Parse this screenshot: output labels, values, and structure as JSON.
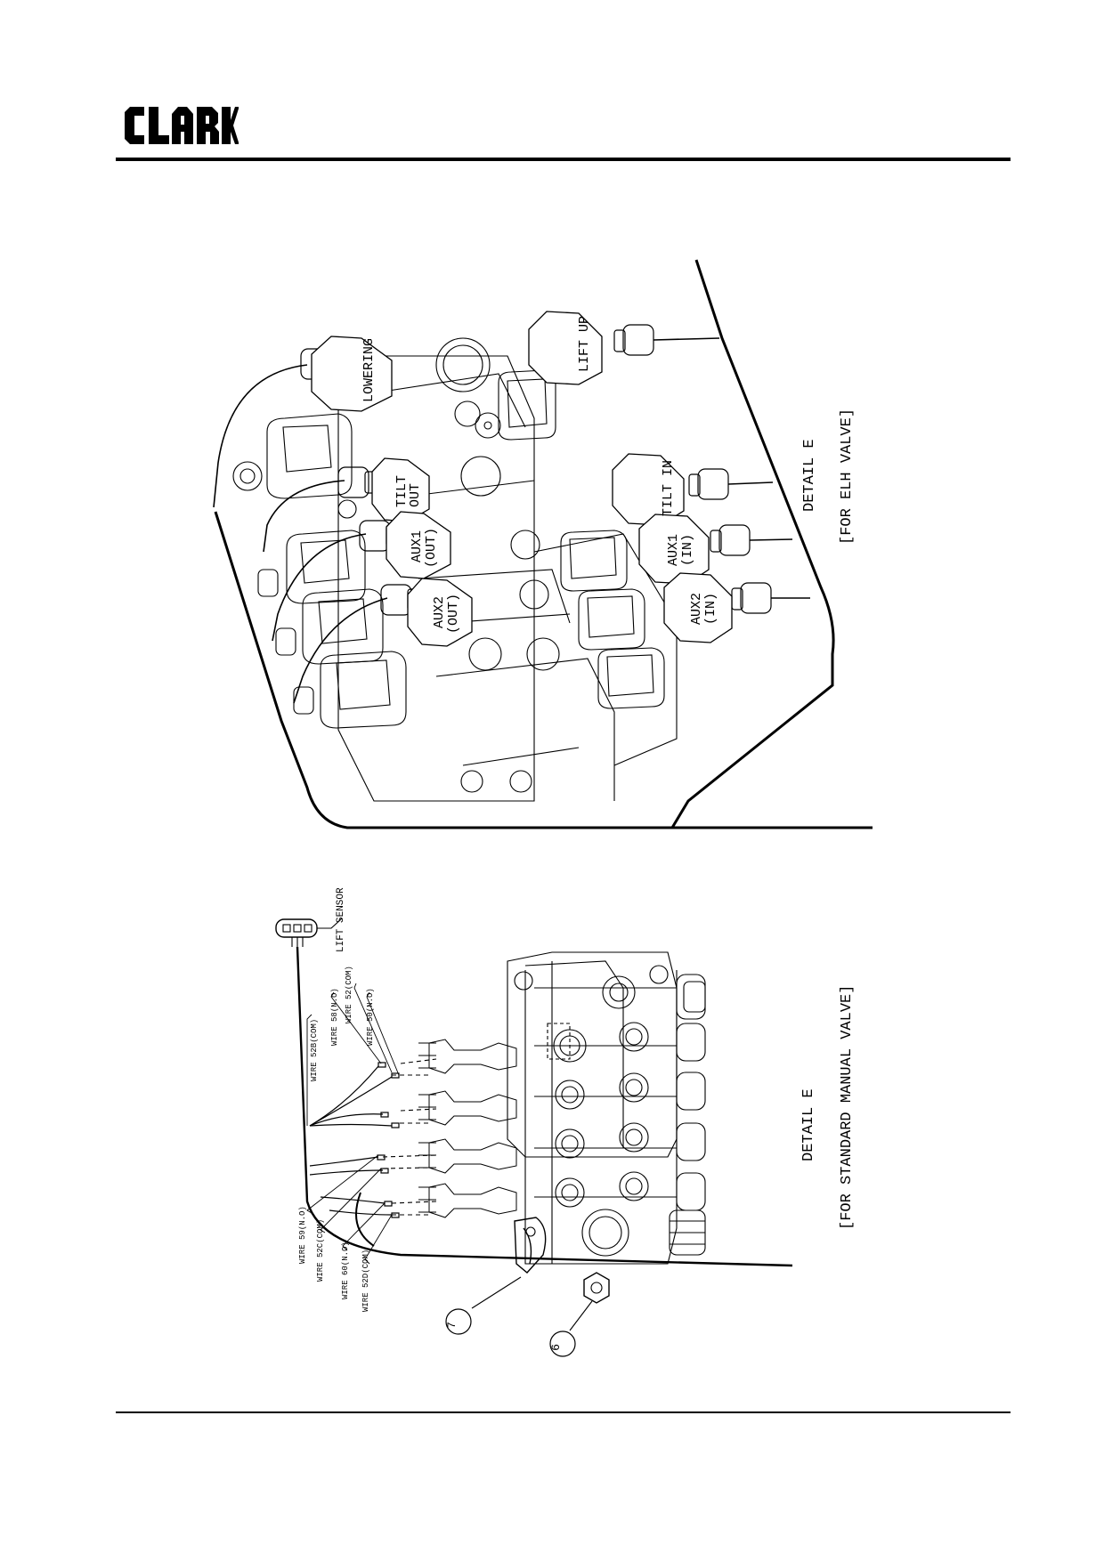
{
  "header": {
    "brand": "CLARK"
  },
  "elh_detail": {
    "labels": {
      "lowering": "LOWERING",
      "lift_up": "LIFT UP",
      "tilt_out": [
        "TILT",
        "OUT"
      ],
      "tilt_in": "TILT IN",
      "aux1_out": [
        "AUX1",
        "(OUT)"
      ],
      "aux1_in": [
        "AUX1",
        "(IN)"
      ],
      "aux2_out": [
        "AUX2",
        "(OUT)"
      ],
      "aux2_in": [
        "AUX2",
        "(IN)"
      ]
    },
    "title": "DETAIL E",
    "subtitle": "[FOR ELH VALVE]"
  },
  "manual_detail": {
    "lift_sensor": "LIFT SENSOR",
    "wires": [
      "WIRE 52B(COM)",
      "WIRE 58(N.O)",
      "WIRE 52(COM)",
      "WIRE 50(N.O)",
      "WIRE 59(N.O)",
      "WIRE 52C(COM)",
      "WIRE 60(N.O)",
      "WIRE 52D(COM)"
    ],
    "callouts": [
      "7",
      "6"
    ],
    "title": "DETAIL E",
    "subtitle": "[FOR STANDARD MANUAL VALVE]"
  }
}
